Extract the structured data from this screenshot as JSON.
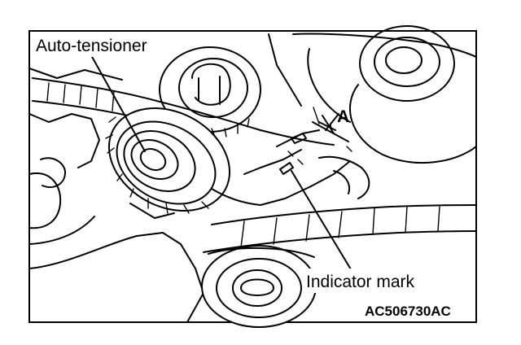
{
  "diagram": {
    "labels": {
      "auto_tensioner": "Auto-tensioner",
      "dimension_a": "A",
      "indicator_mark": "Indicator mark",
      "figure_code": "AC506730AC"
    }
  }
}
